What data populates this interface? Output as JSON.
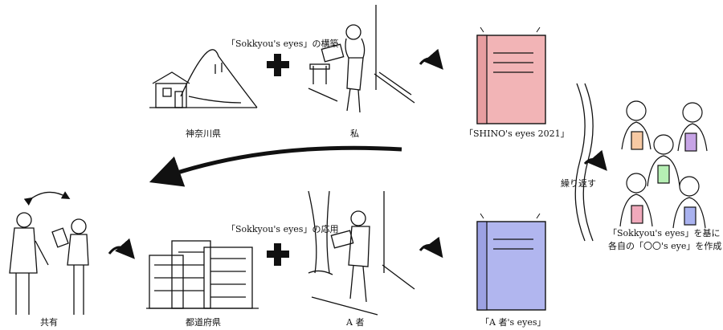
{
  "labels": {
    "top_method": "「Sokkyou's eyes」の構築",
    "kanagawa": "神奈川県",
    "watashi": "私",
    "book_top": "「SHINO's eyes 2021」",
    "bottom_method": "「Sokkyou's eyes」の応用",
    "share": "共有",
    "prefecture": "都道府県",
    "person_a": "A 者",
    "book_bottom": "「A 者's eyes」",
    "repeat": "繰り返す",
    "result_line1": "「Sokkyou's eyes」を基に",
    "result_line2": "各自の「〇〇's eye」を作成"
  },
  "colors": {
    "book_top": "#f2b4b6",
    "book_top_spine": "#e89da0",
    "book_bottom": "#b1b6ef",
    "book_bottom_spine": "#9ca1e3",
    "mini_book_orange": "#f7c9a3",
    "mini_book_purple": "#c7a4e6",
    "mini_book_green": "#b6efb4",
    "mini_book_pink": "#f0a9bb",
    "mini_book_blue": "#a9b2ef"
  }
}
